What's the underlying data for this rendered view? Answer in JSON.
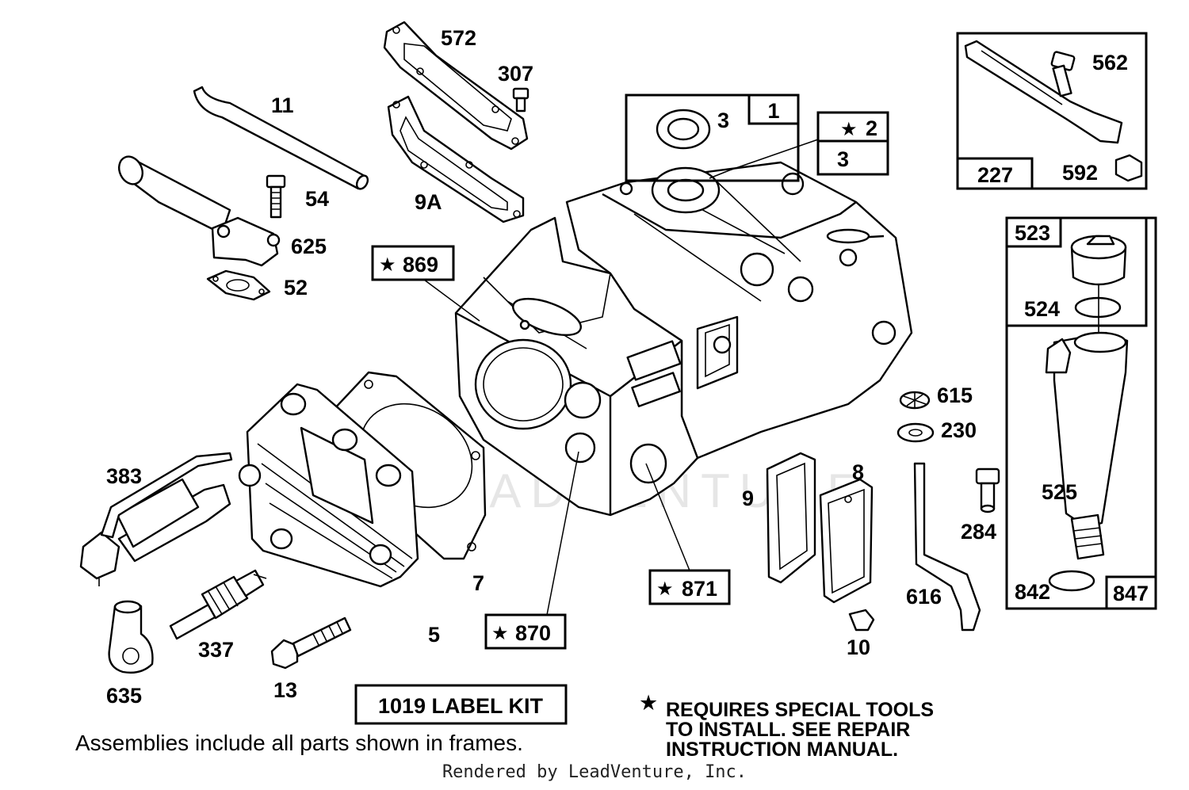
{
  "watermark": "LEADVENTURE",
  "boxed_labels": {
    "b869": "869",
    "b870": "870",
    "b871": "871",
    "b1": "1",
    "b2": "2",
    "b3": "3",
    "b227": "227",
    "b523": "523",
    "b847": "847",
    "label_kit": "1019 LABEL KIT"
  },
  "labels": {
    "l572": "572",
    "l307": "307",
    "l11": "11",
    "l54": "54",
    "l9A": "9A",
    "l625": "625",
    "l52": "52",
    "l3": "3",
    "l562": "562",
    "l592": "592",
    "l524": "524",
    "l615": "615",
    "l230": "230",
    "l383": "383",
    "l9": "9",
    "l8": "8",
    "l525": "525",
    "l284": "284",
    "l7": "7",
    "l842": "842",
    "l616": "616",
    "l5": "5",
    "l337": "337",
    "l10": "10",
    "l635": "635",
    "l13": "13"
  },
  "star_symbol": "★",
  "note": {
    "line1": "REQUIRES SPECIAL TOOLS",
    "line2": "TO INSTALL.  SEE REPAIR",
    "line3": "INSTRUCTION MANUAL."
  },
  "assemblies_note": "Assemblies include all parts shown in frames.",
  "footer": "Rendered by LeadVenture, Inc."
}
